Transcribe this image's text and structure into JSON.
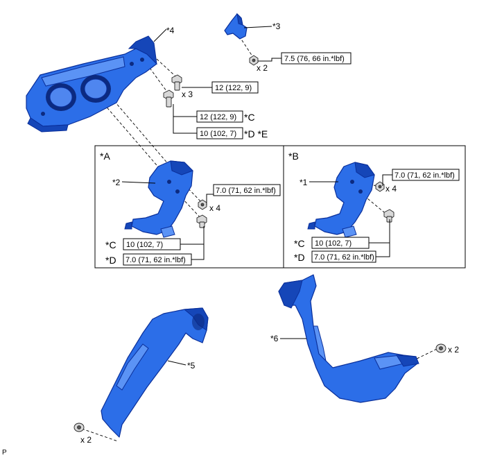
{
  "parts": {
    "p1": "*1",
    "p2": "*2",
    "p3": "*3",
    "p4": "*4",
    "p5": "*5",
    "p6": "*6"
  },
  "torque": {
    "t_7_5": "7.5 (76, 66 in.*lbf)",
    "t_12_a": "12 (122, 9)",
    "t_12_b": "12 (122, 9)",
    "t_10_top": "10 (102, 7)",
    "t_7_0_a": "7.0 (71, 62 in.*lbf)",
    "t_10_a": "10 (102, 7)",
    "t_7_0_a2": "7.0 (71, 62 in.*lbf)",
    "t_7_0_b": "7.0 (71, 62 in.*lbf)",
    "t_10_b": "10 (102, 7)",
    "t_7_0_b2": "7.0 (71, 62 in.*lbf)"
  },
  "qty": {
    "q_top_x2": "x 2",
    "q_x3": "x 3",
    "q_a_x4": "x 4",
    "q_b_x4": "x 4",
    "q_5_x2": "x 2",
    "q_6_x2": "x 2"
  },
  "notes": {
    "c_top": "*C",
    "de_top": "*D *E",
    "a_c": "*C",
    "a_d": "*D",
    "b_c": "*C",
    "b_d": "*D"
  },
  "panels": {
    "a": "*A",
    "b": "*B"
  },
  "footer": "P",
  "colors": {
    "part_blue": "#2c6ee8",
    "outline": "#0a2f9a"
  }
}
